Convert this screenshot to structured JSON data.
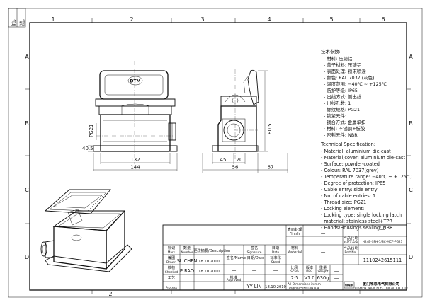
{
  "border_columns": [
    "1",
    "2",
    "3",
    "4",
    "5",
    "6"
  ],
  "border_rows": [
    "A",
    "B",
    "C",
    "D"
  ],
  "corner_tab": [
    "标记",
    "Mark",
    "张数",
    "Page",
    "Total"
  ],
  "spec_cn": {
    "title": "技术参数:",
    "items": [
      "- 材料: 压铸铝",
      "- 盖子材料: 压铸铝",
      "- 表面处理: 粉末喷涂",
      "- 颜色: RAL 7037 (灰色)",
      "- 温度范围: −40℃ ~ +125℃",
      "- 防护等级: IP65",
      "- 出线方式: 侧出线",
      "- 出线孔数: 1",
      "- 螺纹规格: PG21",
      "- 锁紧元件:",
      "   · 锁合方式: 金属单扣",
      "   · 材料: 不锈钢+板胶",
      "- 密封元件: NBR"
    ]
  },
  "spec_en": {
    "title": "Technical Specification:",
    "items": [
      "- Material: aluminium die-cast",
      "- Material,cover: aluminium die-cast",
      "- Surface: powder-coated",
      "- Colour: RAL 7037(grey)",
      "- Temperature range: −40℃ ~ +125℃",
      "- Degree of protection: IP65",
      "- Cable entry: side entry",
      "- No. of cable entries: 1",
      "- Thread size: PG21",
      "- Locking element:",
      "   · Locking type: single locking latch",
      "   · material: stainless steel+TPR",
      "- Hoods/Housings sealing: NBR"
    ]
  },
  "dimensions": {
    "pg": "PG21",
    "d1": "40.5",
    "d132": "132",
    "d144": "144",
    "d45": "45",
    "d20": "20",
    "d67": "67",
    "d56": "56",
    "d805": "80.5",
    "logo": "DTM"
  },
  "title_block": {
    "finish_cn": "表面处理",
    "finish_en": "Finish",
    "partcode_cn": "产品代号",
    "partcode_en": "Part Code",
    "partcode": "H24B-SFH-1/SC-MCF-PG21",
    "material_cn": "材料",
    "material_en": "Material",
    "portno_cn": "产品料号",
    "portno_en": "Port No.",
    "portno": "1110242615111",
    "mark_cn": "标记",
    "mark_en": "Mark",
    "number_cn": "数量",
    "number_en": "Number",
    "desc_cn": "更改摘要",
    "desc_en": "/Description",
    "sig_cn": "签名",
    "sig_en": "Signature",
    "date_cn": "日期",
    "date_en": "Date",
    "scale_cn": "比例",
    "scale_en": "Scale",
    "rev_cn": "版本",
    "rev_en": "REV.",
    "weight_cn": "重量",
    "weight_en": "Weight",
    "rows": [
      {
        "cn": "编图",
        "en": "Drawn",
        "name": "SL CHEN",
        "date": "18.10.2010"
      },
      {
        "cn": "校核",
        "en": "Checked",
        "name": "P RAO",
        "date": "18.10.2010"
      },
      {
        "cn": "工艺",
        "en": "Process",
        "name": "",
        "date": ""
      }
    ],
    "sign_headers": {
      "name_cn": "签名",
      "name_en": "/Name",
      "date_cn": "日期",
      "date_en": "/Date",
      "stand_cn": "标准化",
      "stand_en": "Stand"
    },
    "approve_cn": "批准",
    "approve_en": "Approved",
    "approve_name": "YY LIN",
    "approve_date": "18.10.2010",
    "scale": "2:5",
    "rev": "V1.0",
    "weight": "630g",
    "dash": "—",
    "dims_note_1": "All Dimensions in mm",
    "dims_note_2": "Original Size DIN A 4",
    "company_cn": "厦门唯恩电气有限公司",
    "company_en": "XIAMEN WAIN ELECTRICAL CO.,LTD",
    "company_logo": "WAIN"
  }
}
